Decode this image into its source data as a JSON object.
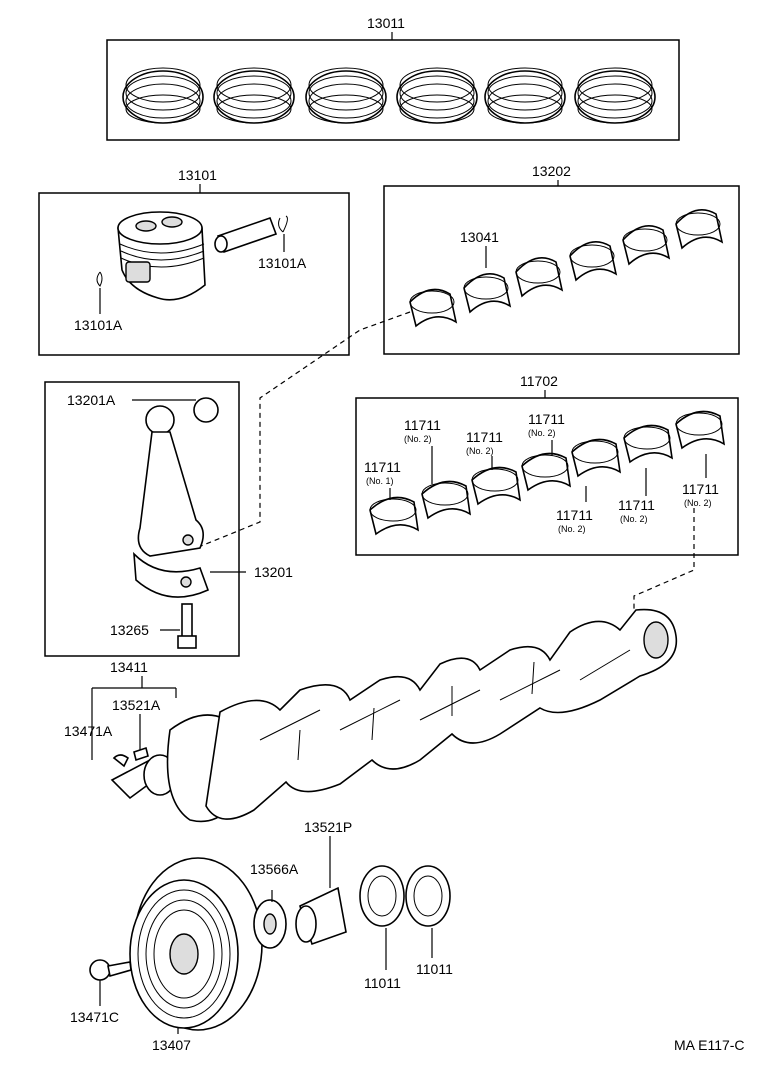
{
  "labels": {
    "p13011": "13011",
    "p13101": "13101",
    "p13101A_right": "13101A",
    "p13101A_left": "13101A",
    "p13202": "13202",
    "p13041": "13041",
    "p13201A": "13201A",
    "p13201": "13201",
    "p13265": "13265",
    "p11702": "11702",
    "b1_num": "11711",
    "b1_sub": "(No. 1)",
    "b2_num": "11711",
    "b2_sub": "(No. 2)",
    "b3_num": "11711",
    "b3_sub": "(No. 2)",
    "b4_num": "11711",
    "b4_sub": "(No. 2)",
    "b5_num": "11711",
    "b5_sub": "(No. 2)",
    "b6_num": "11711",
    "b6_sub": "(No. 2)",
    "b7_num": "11711",
    "b7_sub": "(No. 2)",
    "p13411": "13411",
    "p13521A": "13521A",
    "p13471A": "13471A",
    "p13521P": "13521P",
    "p13566A": "13566A",
    "p11011_left": "11011",
    "p11011_right": "11011",
    "p13471C": "13471C",
    "p13407": "13407",
    "figure_code": "MA  E117-C"
  }
}
